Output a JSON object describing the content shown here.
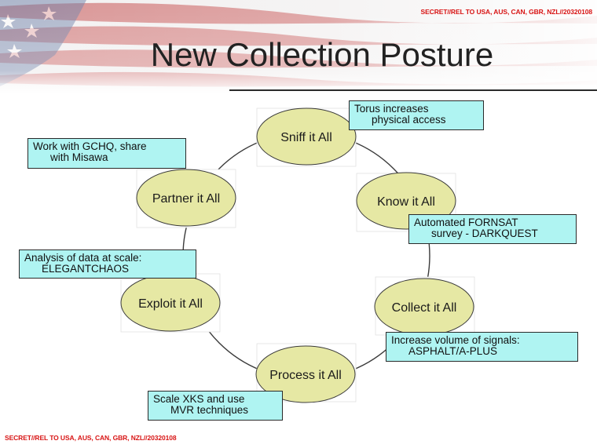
{
  "classification": {
    "top": "SECRET//REL TO USA, AUS, CAN, GBR, NZL//20320108",
    "bottom": "SECRET//REL TO USA, AUS, CAN, GBR, NZL//20320108"
  },
  "title": "New Collection Posture",
  "cycle": {
    "stages": [
      {
        "id": "sniff",
        "label": "Sniff it All"
      },
      {
        "id": "know",
        "label": "Know it All"
      },
      {
        "id": "collect",
        "label": "Collect it All"
      },
      {
        "id": "process",
        "label": "Process it All"
      },
      {
        "id": "exploit",
        "label": "Exploit it All"
      },
      {
        "id": "partner",
        "label": "Partner it All"
      }
    ],
    "callouts": [
      {
        "id": "sniff",
        "lines": [
          "Torus increases",
          "physical access"
        ]
      },
      {
        "id": "know",
        "lines": [
          "Automated FORNSAT",
          "survey - DARKQUEST"
        ]
      },
      {
        "id": "collect",
        "lines": [
          "Increase volume of signals:",
          "ASPHALT/A-PLUS"
        ]
      },
      {
        "id": "process",
        "lines": [
          "Scale XKS and use",
          "MVR techniques"
        ]
      },
      {
        "id": "exploit",
        "lines": [
          "Analysis of data at scale:",
          "ELEGANTCHAOS"
        ]
      },
      {
        "id": "partner",
        "lines": [
          "Work with GCHQ, share",
          "with Misawa"
        ]
      }
    ]
  },
  "colors": {
    "node_fill": "#e6e8a4",
    "node_stroke": "#3a3a3a",
    "callout_fill": "#aff4f2",
    "classification_text": "#d81414"
  }
}
